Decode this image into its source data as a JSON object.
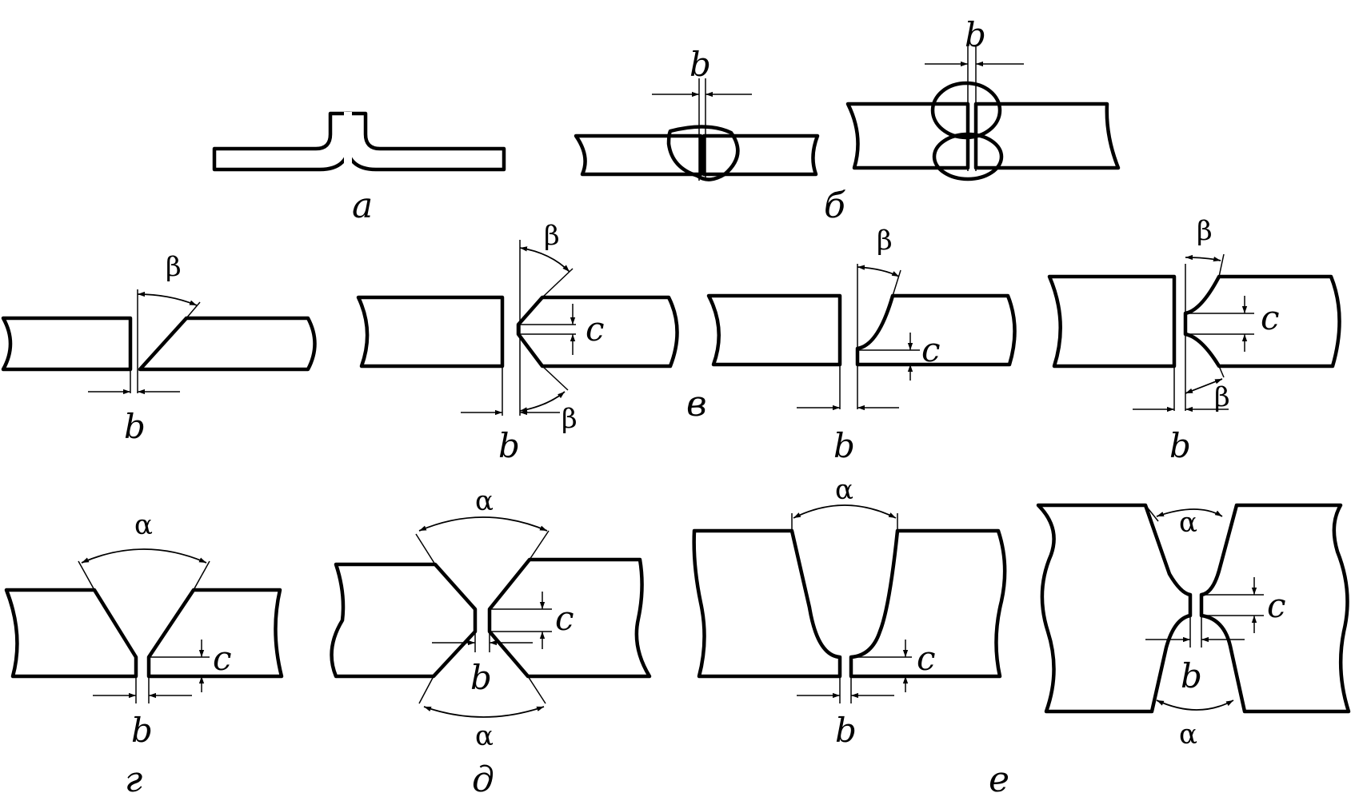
{
  "captions": {
    "a": "а",
    "b": "б",
    "v": "в",
    "g": "г",
    "d": "д",
    "e": "е"
  },
  "dims": {
    "gap": "b",
    "root": "c",
    "bevel": "β",
    "groove": "α"
  },
  "colors": {
    "line": "#000000",
    "background": "#ffffff"
  }
}
